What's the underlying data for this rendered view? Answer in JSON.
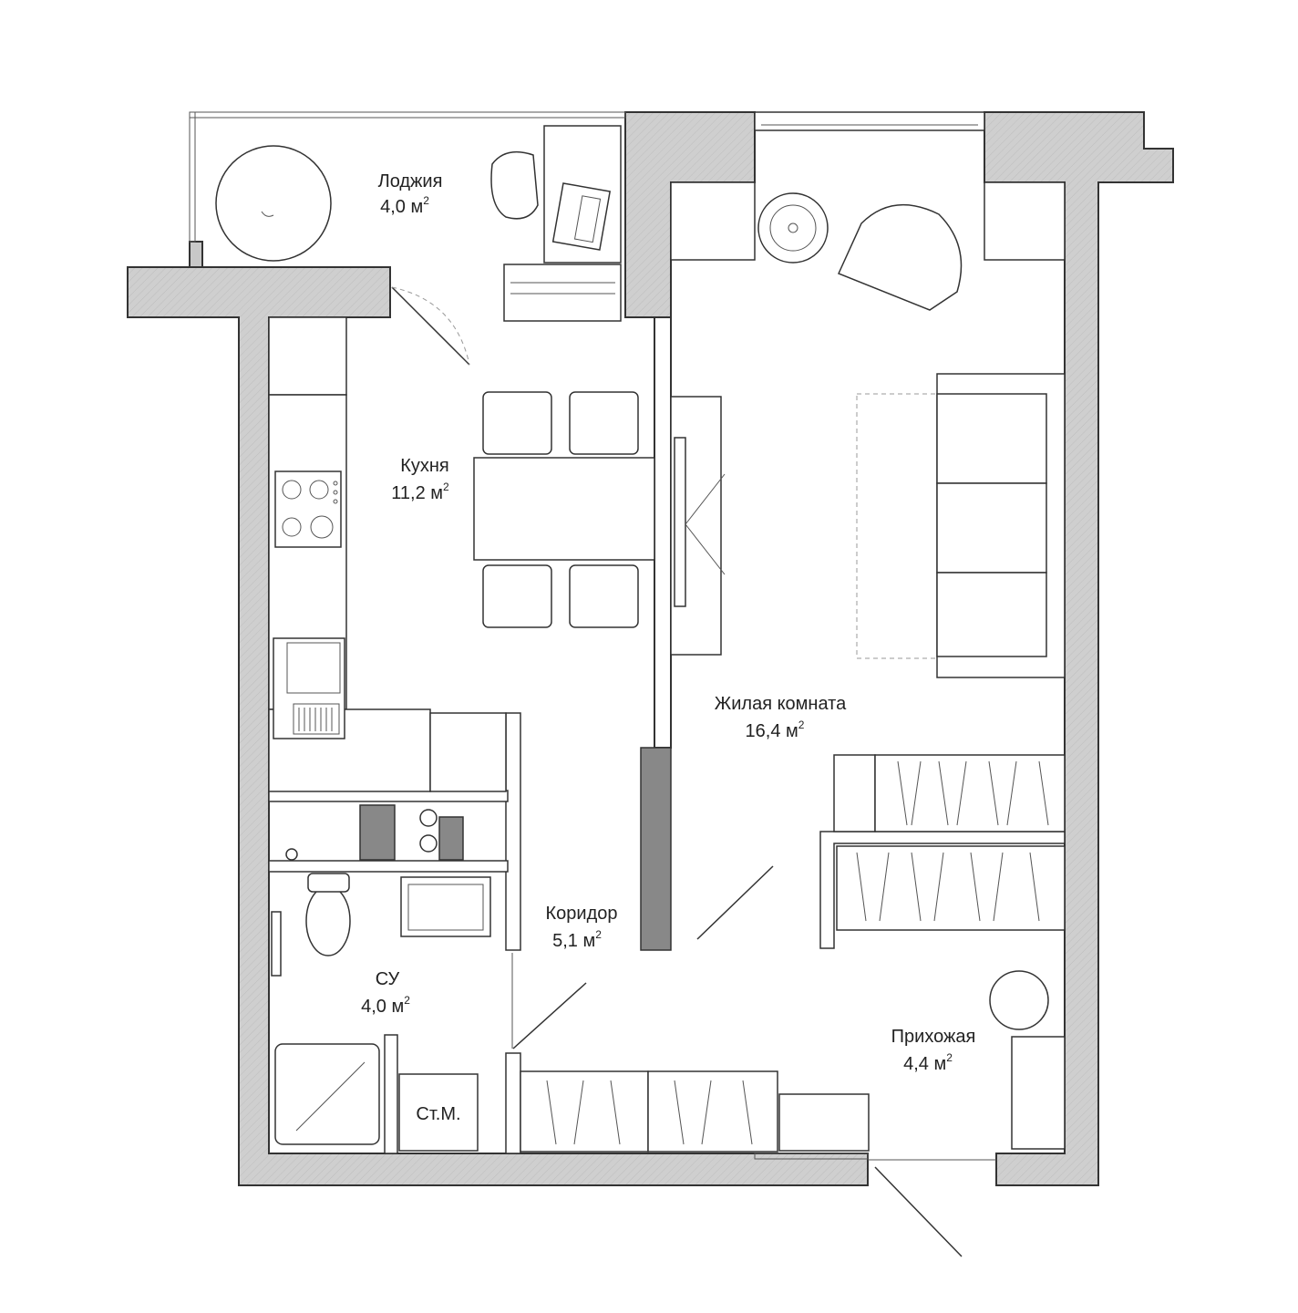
{
  "rooms": [
    {
      "id": "loggia",
      "name": "Лоджия",
      "area": "4,0 м",
      "sup": "2"
    },
    {
      "id": "kitchen",
      "name": "Кухня",
      "area": "11,2 м",
      "sup": "2"
    },
    {
      "id": "living",
      "name": "Жилая комната",
      "area": "16,4 м",
      "sup": "2"
    },
    {
      "id": "corridor",
      "name": "Коридор",
      "area": "5,1 м",
      "sup": "2"
    },
    {
      "id": "bathroom",
      "name": "СУ",
      "area": "4,0 м",
      "sup": "2"
    },
    {
      "id": "hallway",
      "name": "Прихожая",
      "area": "4,4 м",
      "sup": "2"
    }
  ],
  "appliances": {
    "washing_machine": "Ст.М."
  }
}
